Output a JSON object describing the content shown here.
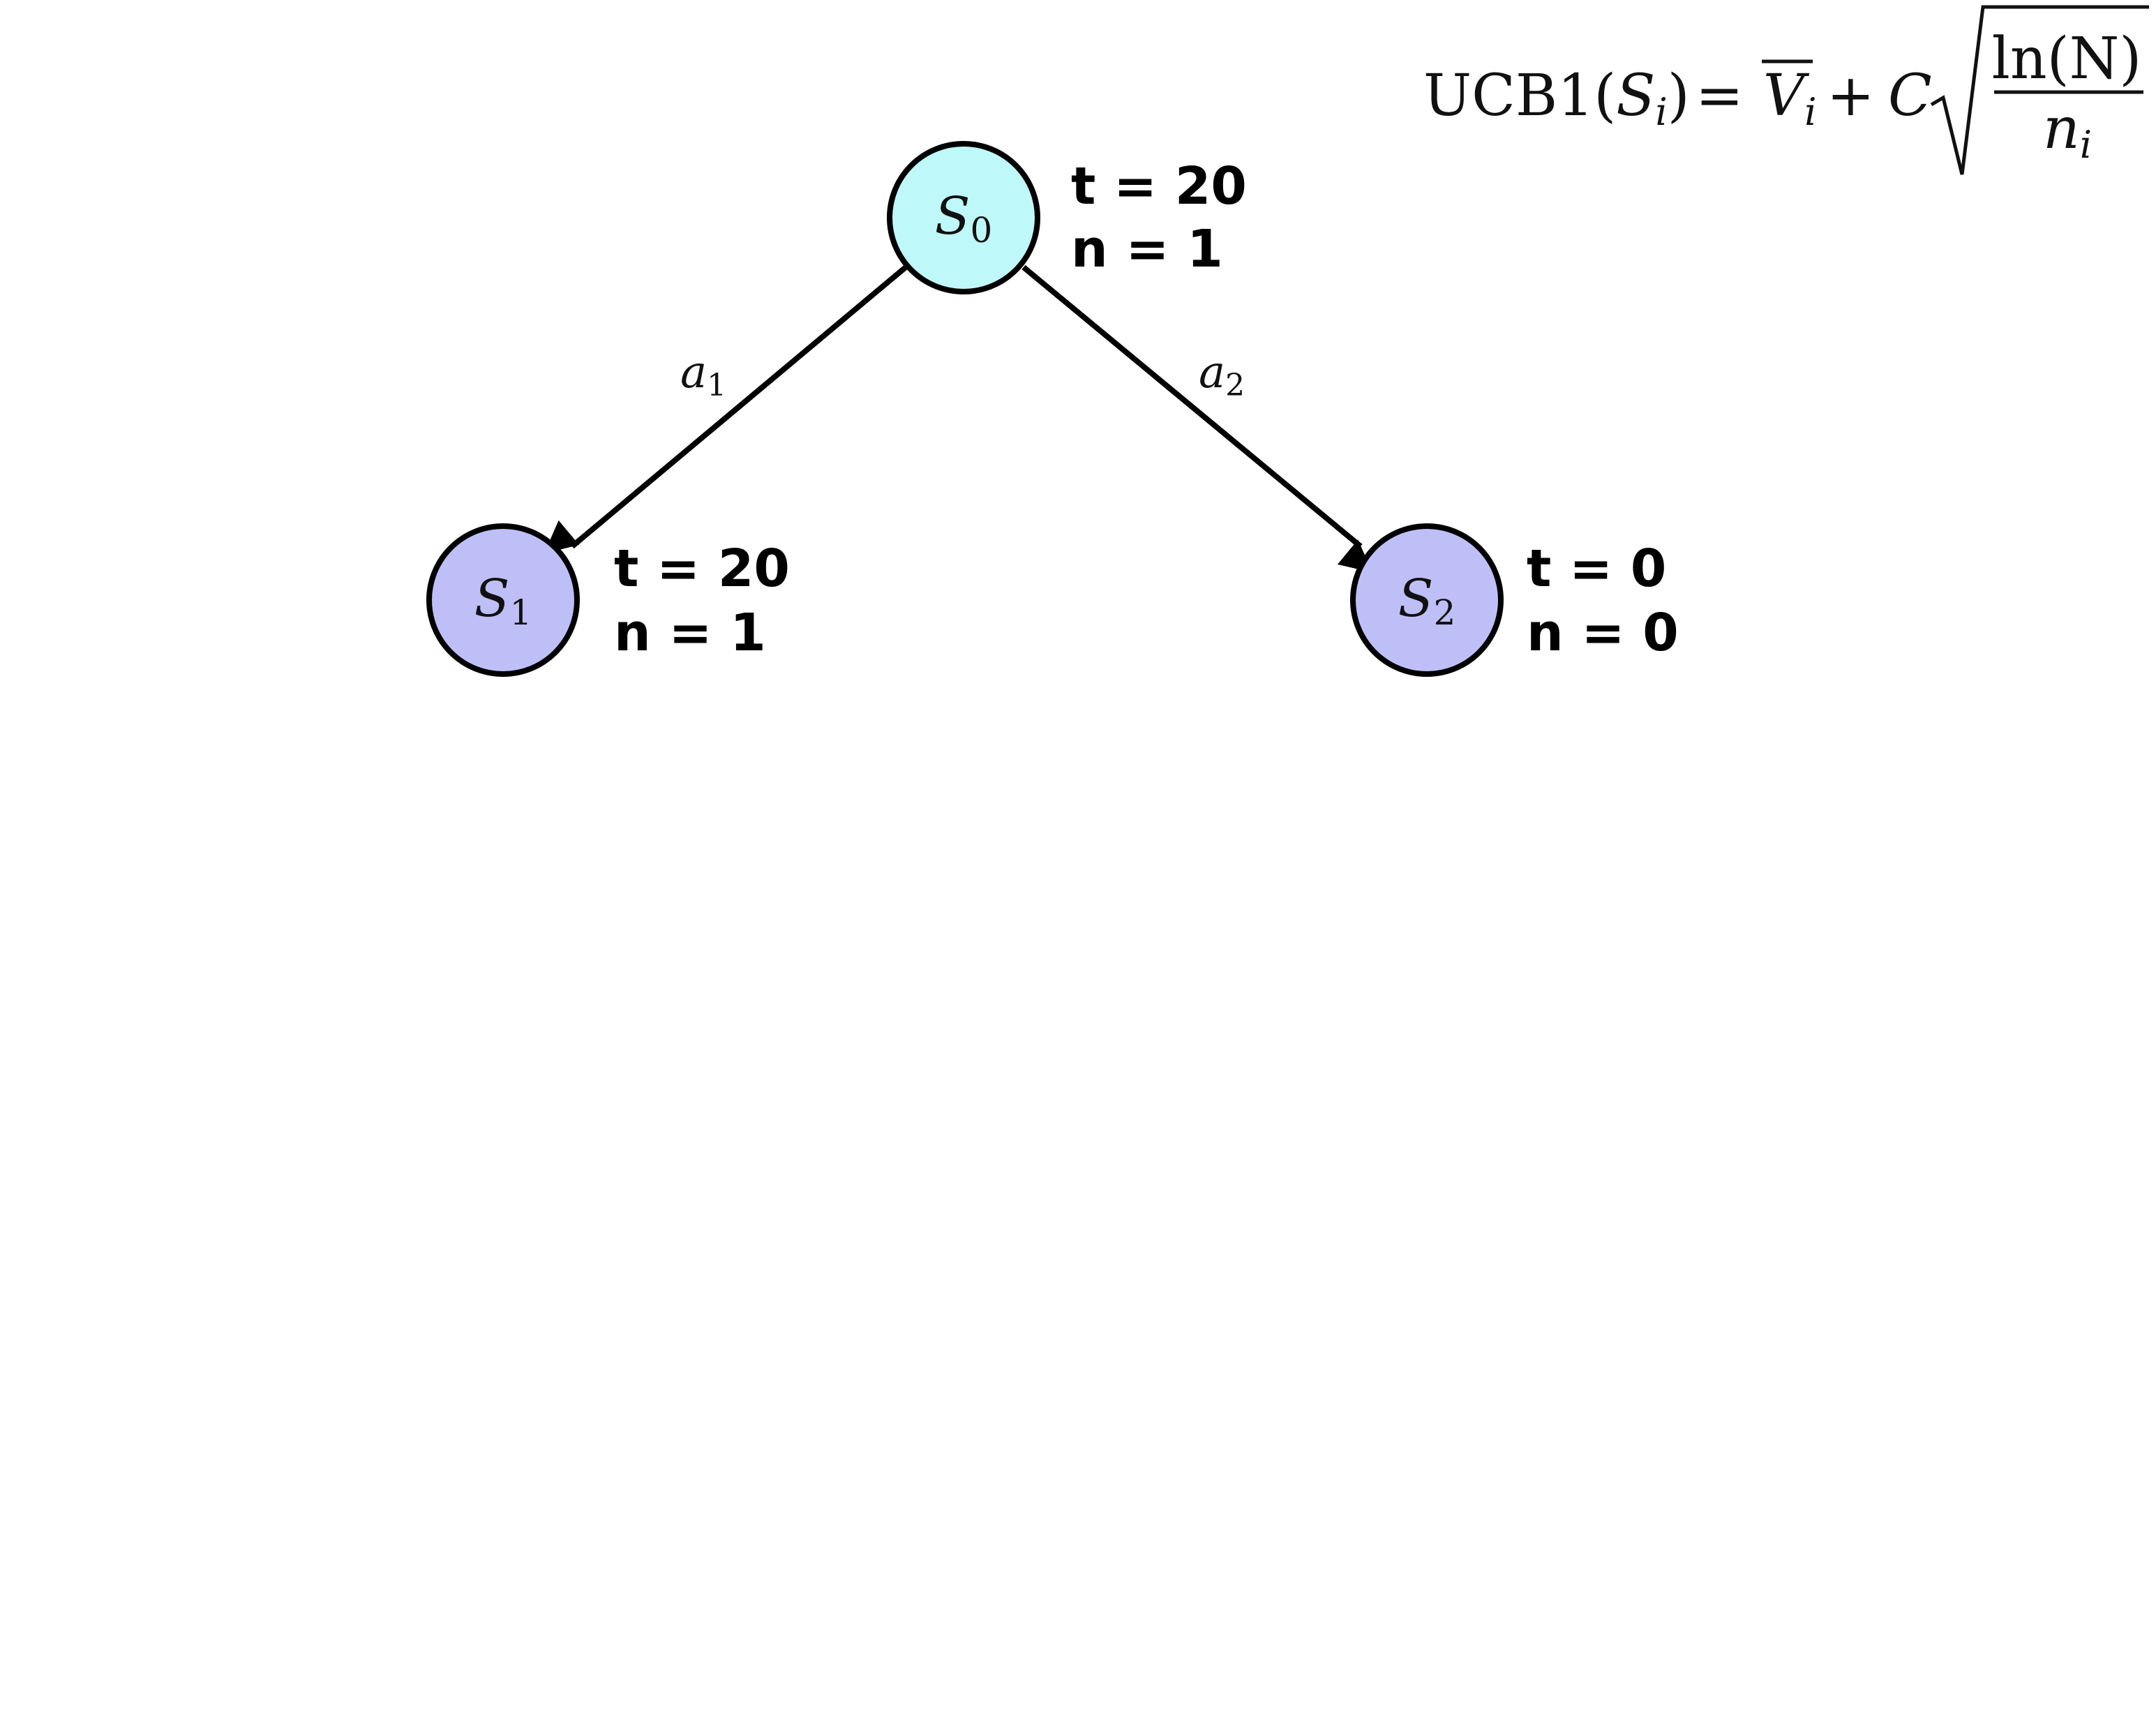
{
  "formula": {
    "lhs_fn": "UCB1",
    "lhs_arg_base": "S",
    "lhs_arg_sub": "i",
    "eq": "=",
    "v_base": "V",
    "v_sub": "i",
    "plus": "+",
    "c": "C",
    "numerator": "ln(N)",
    "denominator_base": "n",
    "denominator_sub": "i"
  },
  "colors": {
    "root_fill": "#bff8f8",
    "child_fill": "#bfbff8",
    "stroke": "#000000"
  },
  "nodes": [
    {
      "id": "s0",
      "base": "S",
      "sub": "0",
      "t_label": "t = 20",
      "n_label": "n = 1"
    },
    {
      "id": "s1",
      "base": "S",
      "sub": "1",
      "t_label": "t = 20",
      "n_label": "n = 1"
    },
    {
      "id": "s2",
      "base": "S",
      "sub": "2",
      "t_label": "t = 0",
      "n_label": "n = 0"
    }
  ],
  "edges": [
    {
      "from": "s0",
      "to": "s1",
      "label_base": "a",
      "label_sub": "1"
    },
    {
      "from": "s0",
      "to": "s2",
      "label_base": "a",
      "label_sub": "2"
    }
  ]
}
